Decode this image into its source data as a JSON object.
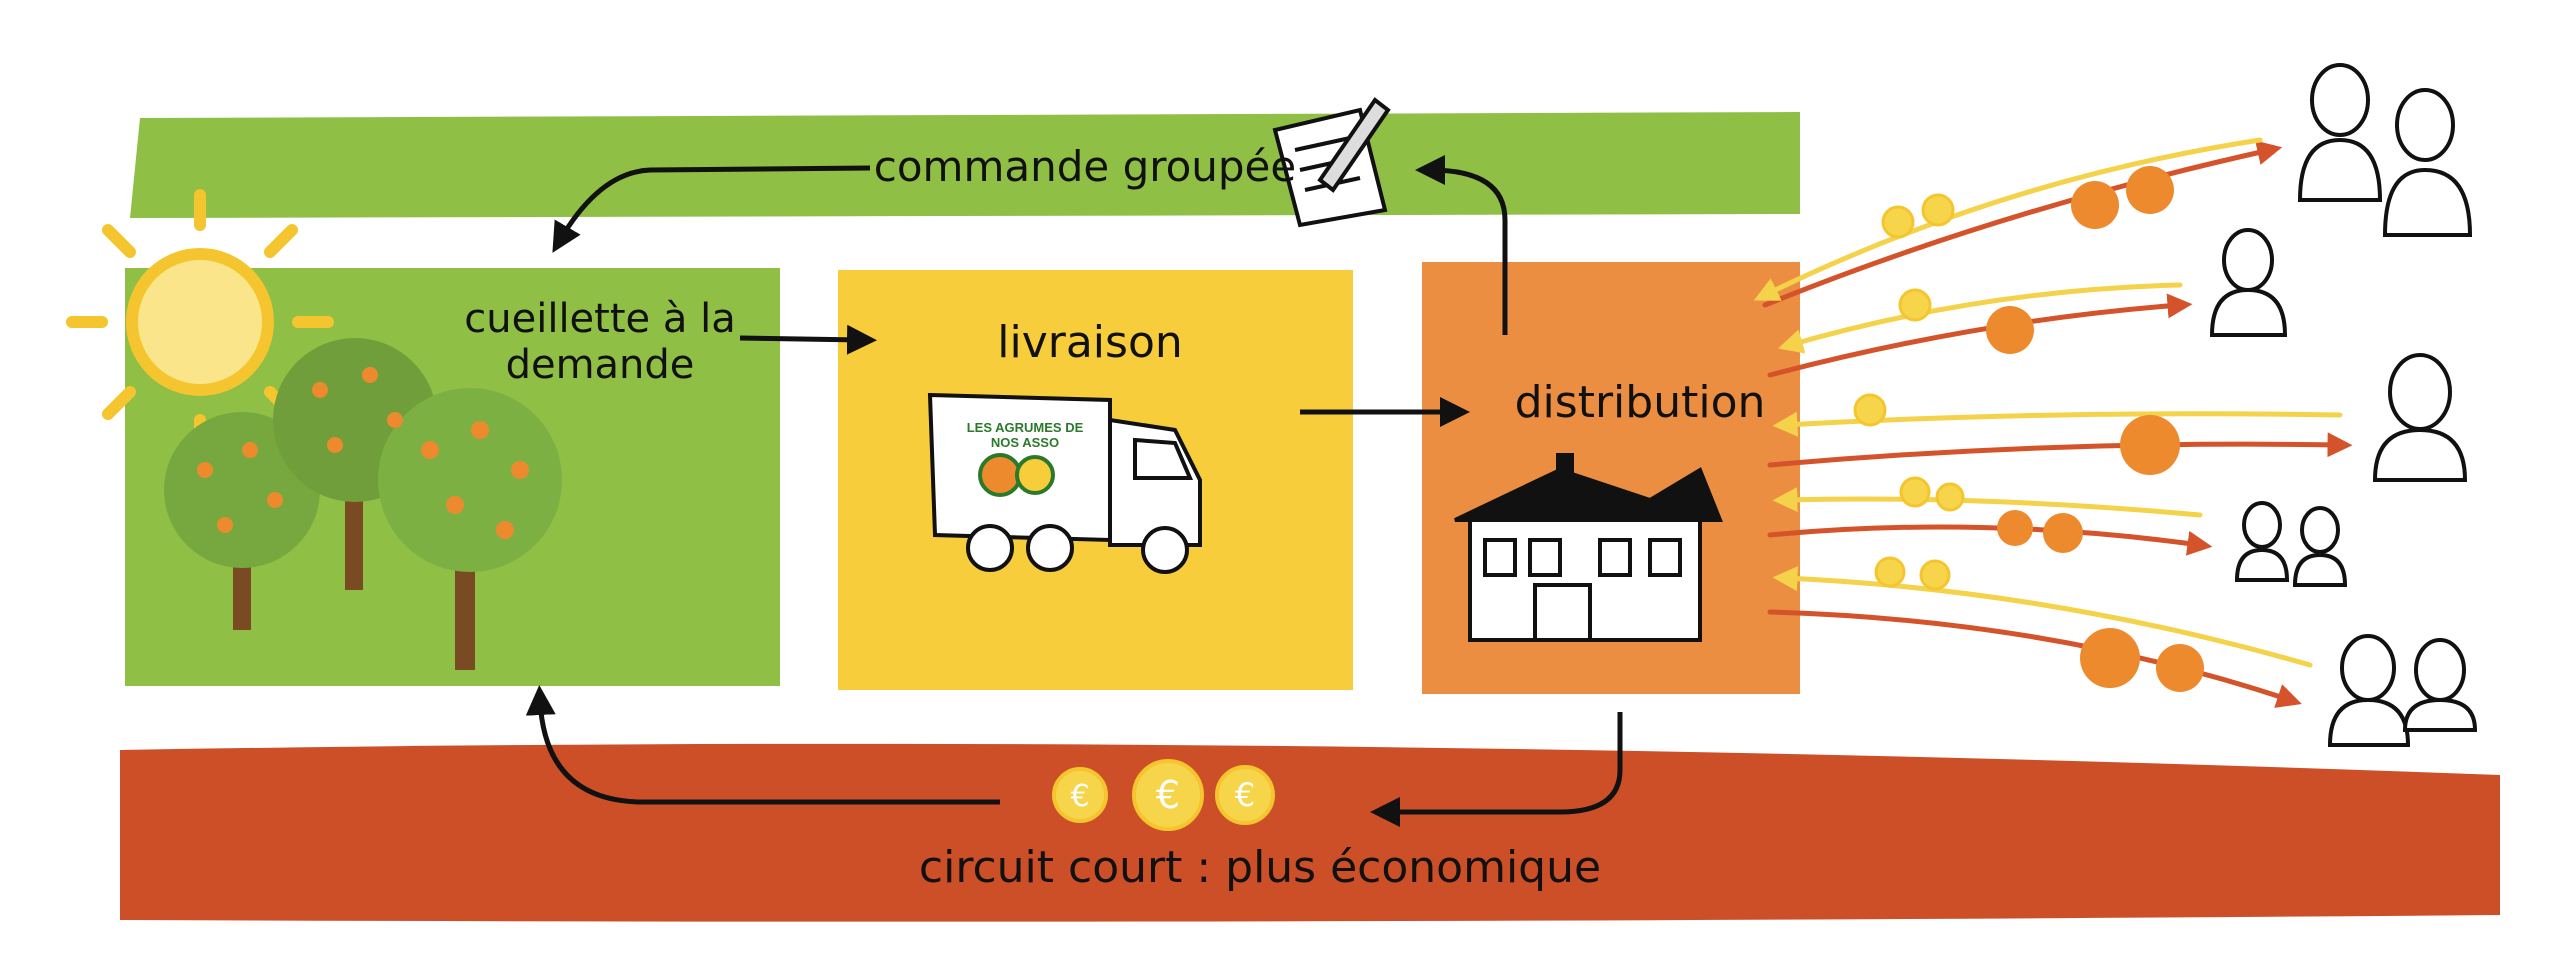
{
  "colors": {
    "green": "#8fbf45",
    "yellow": "#f7cd3b",
    "orange": "#ec8e42",
    "red_band": "#cc4f28",
    "coin": "#f7d54a",
    "orange_fruit": "#ee8a2e",
    "arrow_red": "#d4532a",
    "arrow_yellow": "#f4d24a"
  },
  "labels": {
    "commande": "commande groupée",
    "cueillette": "cueillette à la demande",
    "livraison": "livraison",
    "distribution": "distribution",
    "circuit": "circuit court : plus économique",
    "brand": "LES AGRUMES DE NOS ASSO"
  },
  "icons": [
    "sun-icon",
    "orange-tree-icon",
    "delivery-truck-icon",
    "order-form-icon",
    "house-icon",
    "euro-coin-icon",
    "orange-fruit-icon",
    "customer-icon"
  ]
}
